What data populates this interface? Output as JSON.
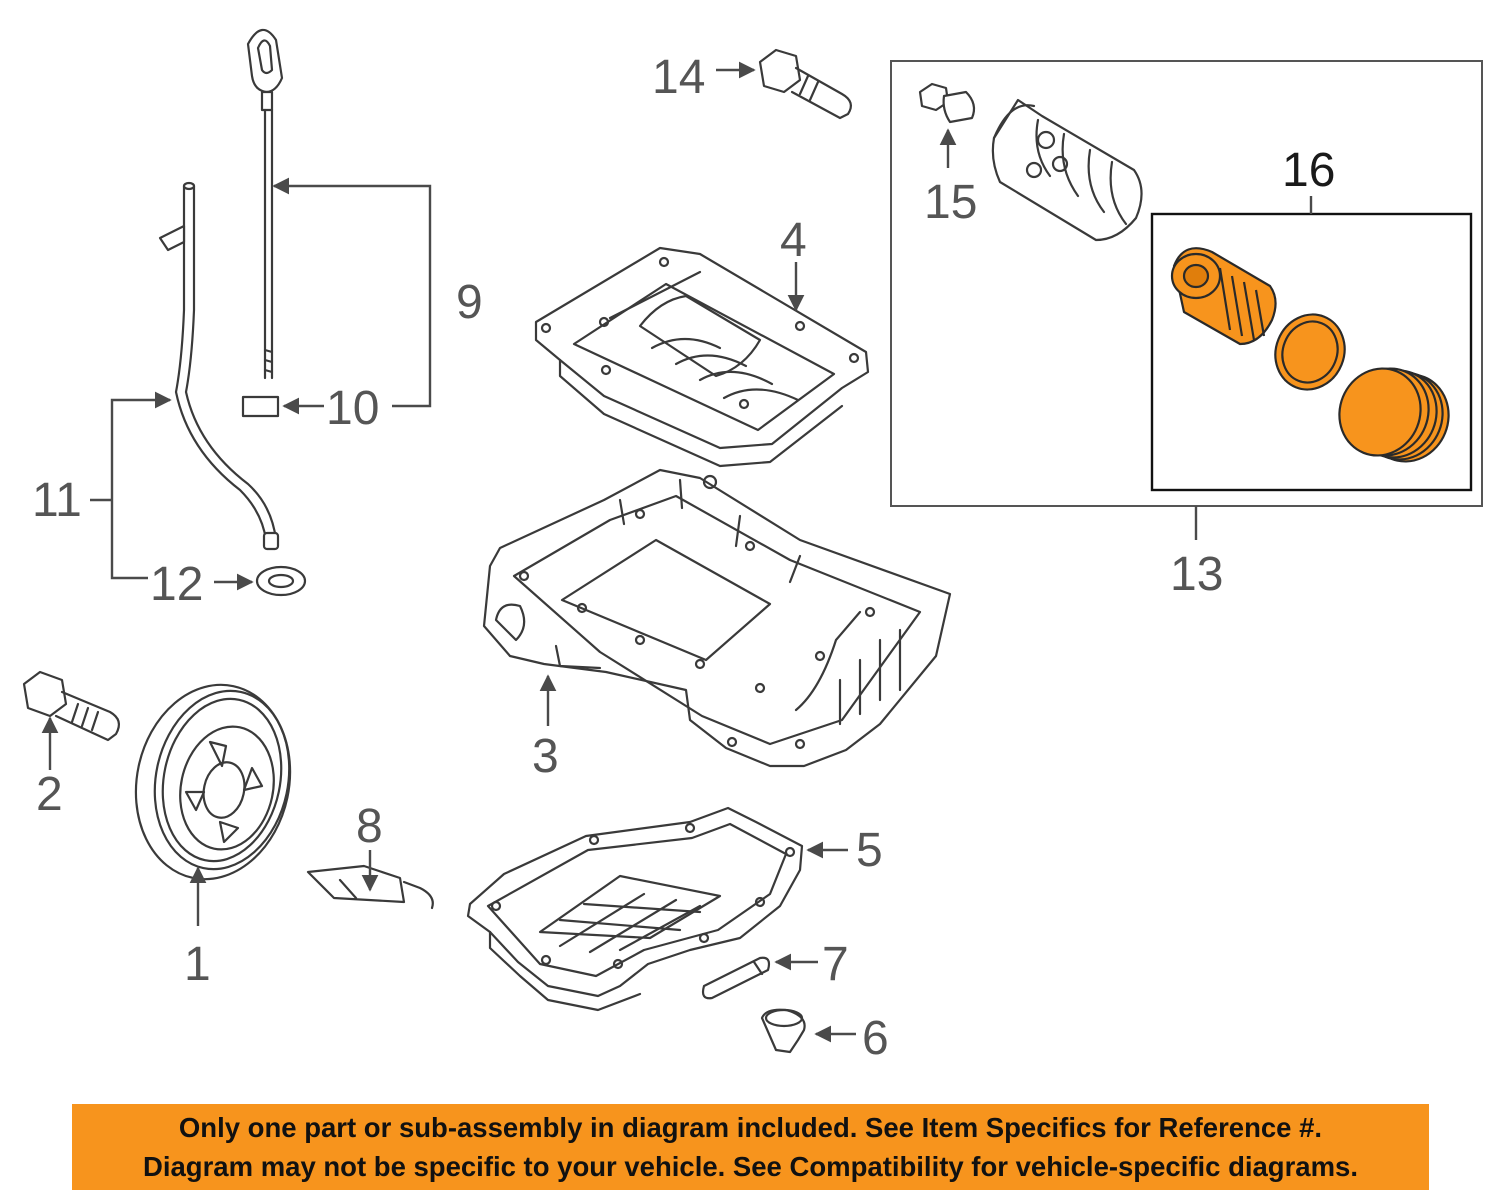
{
  "colors": {
    "highlight_part": "#f7941d",
    "notice_background": "#f7941d",
    "line_art": "#3a3a3a"
  },
  "callouts": {
    "c1": "1",
    "c2": "2",
    "c3": "3",
    "c4": "4",
    "c5": "5",
    "c6": "6",
    "c7": "7",
    "c8": "8",
    "c9": "9",
    "c10": "10",
    "c11": "11",
    "c12": "12",
    "c13": "13",
    "c14": "14",
    "c15": "15",
    "c16": "16"
  },
  "notice": {
    "line1": "Only one part or sub-assembly in diagram included. See Item Specifics for Reference #.",
    "line2": "Diagram may not be specific to your vehicle. See Compatibility for vehicle-specific diagrams."
  }
}
